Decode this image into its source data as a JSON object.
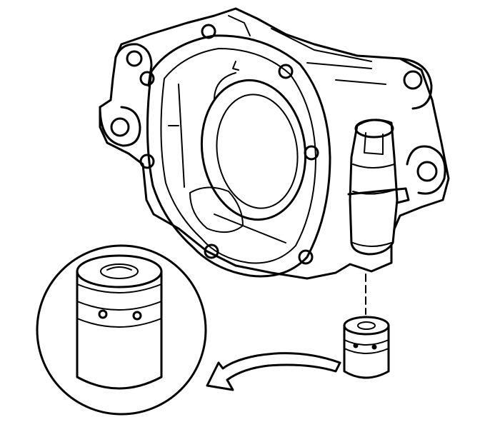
{
  "figure": {
    "background": "#ffffff",
    "ink": "#000000",
    "parts": [
      "oil-pump-housing",
      "pressure-relief-valve",
      "magnified-valve-detail",
      "direction-arrow"
    ]
  }
}
